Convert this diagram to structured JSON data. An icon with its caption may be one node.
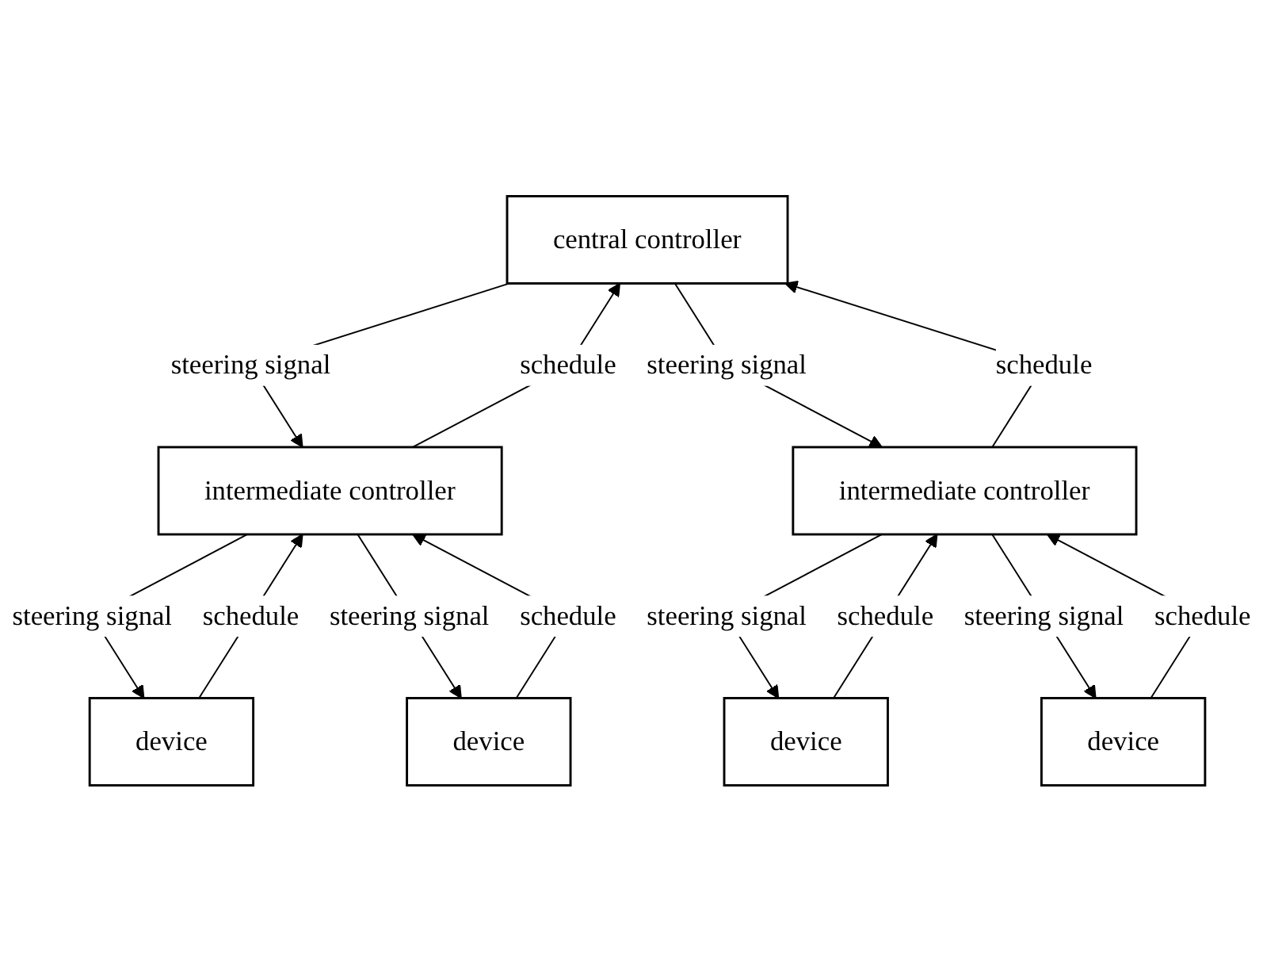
{
  "diagram": {
    "nodes": [
      {
        "text": [
          "central controller"
        ]
      },
      {
        "text": [
          "intermediate controller"
        ]
      },
      {
        "text": [
          "intermediate controller"
        ]
      },
      {
        "text": [
          "device"
        ]
      },
      {
        "text": [
          "device"
        ]
      },
      {
        "text": [
          "device"
        ]
      },
      {
        "text": [
          "device"
        ]
      }
    ],
    "edges": [
      {
        "from": 0,
        "to": 1,
        "arrow": "to",
        "label": "steering signal"
      },
      {
        "from": 1,
        "to": 0,
        "arrow": "to",
        "label": "schedule"
      },
      {
        "from": 2,
        "to": 0,
        "arrow": "to",
        "label": "schedule"
      },
      {
        "from": 0,
        "to": 2,
        "arrow": "to",
        "label": "steering signal"
      },
      {
        "from": 1,
        "to": 3,
        "arrow": "to",
        "label": "steering signal"
      },
      {
        "from": 3,
        "to": 1,
        "arrow": "to",
        "label": "schedule"
      },
      {
        "from": 1,
        "to": 4,
        "arrow": "to",
        "label": "steering signal"
      },
      {
        "from": 4,
        "to": 1,
        "arrow": "to",
        "label": "schedule"
      },
      {
        "from": 5,
        "to": 2,
        "arrow": "to",
        "label": "schedule"
      },
      {
        "from": 2,
        "to": 5,
        "arrow": "to",
        "label": "steering signal"
      },
      {
        "from": 6,
        "to": 2,
        "arrow": "to",
        "label": "schedule"
      },
      {
        "from": 2,
        "to": 6,
        "arrow": "to",
        "label": "steering signal"
      }
    ]
  }
}
